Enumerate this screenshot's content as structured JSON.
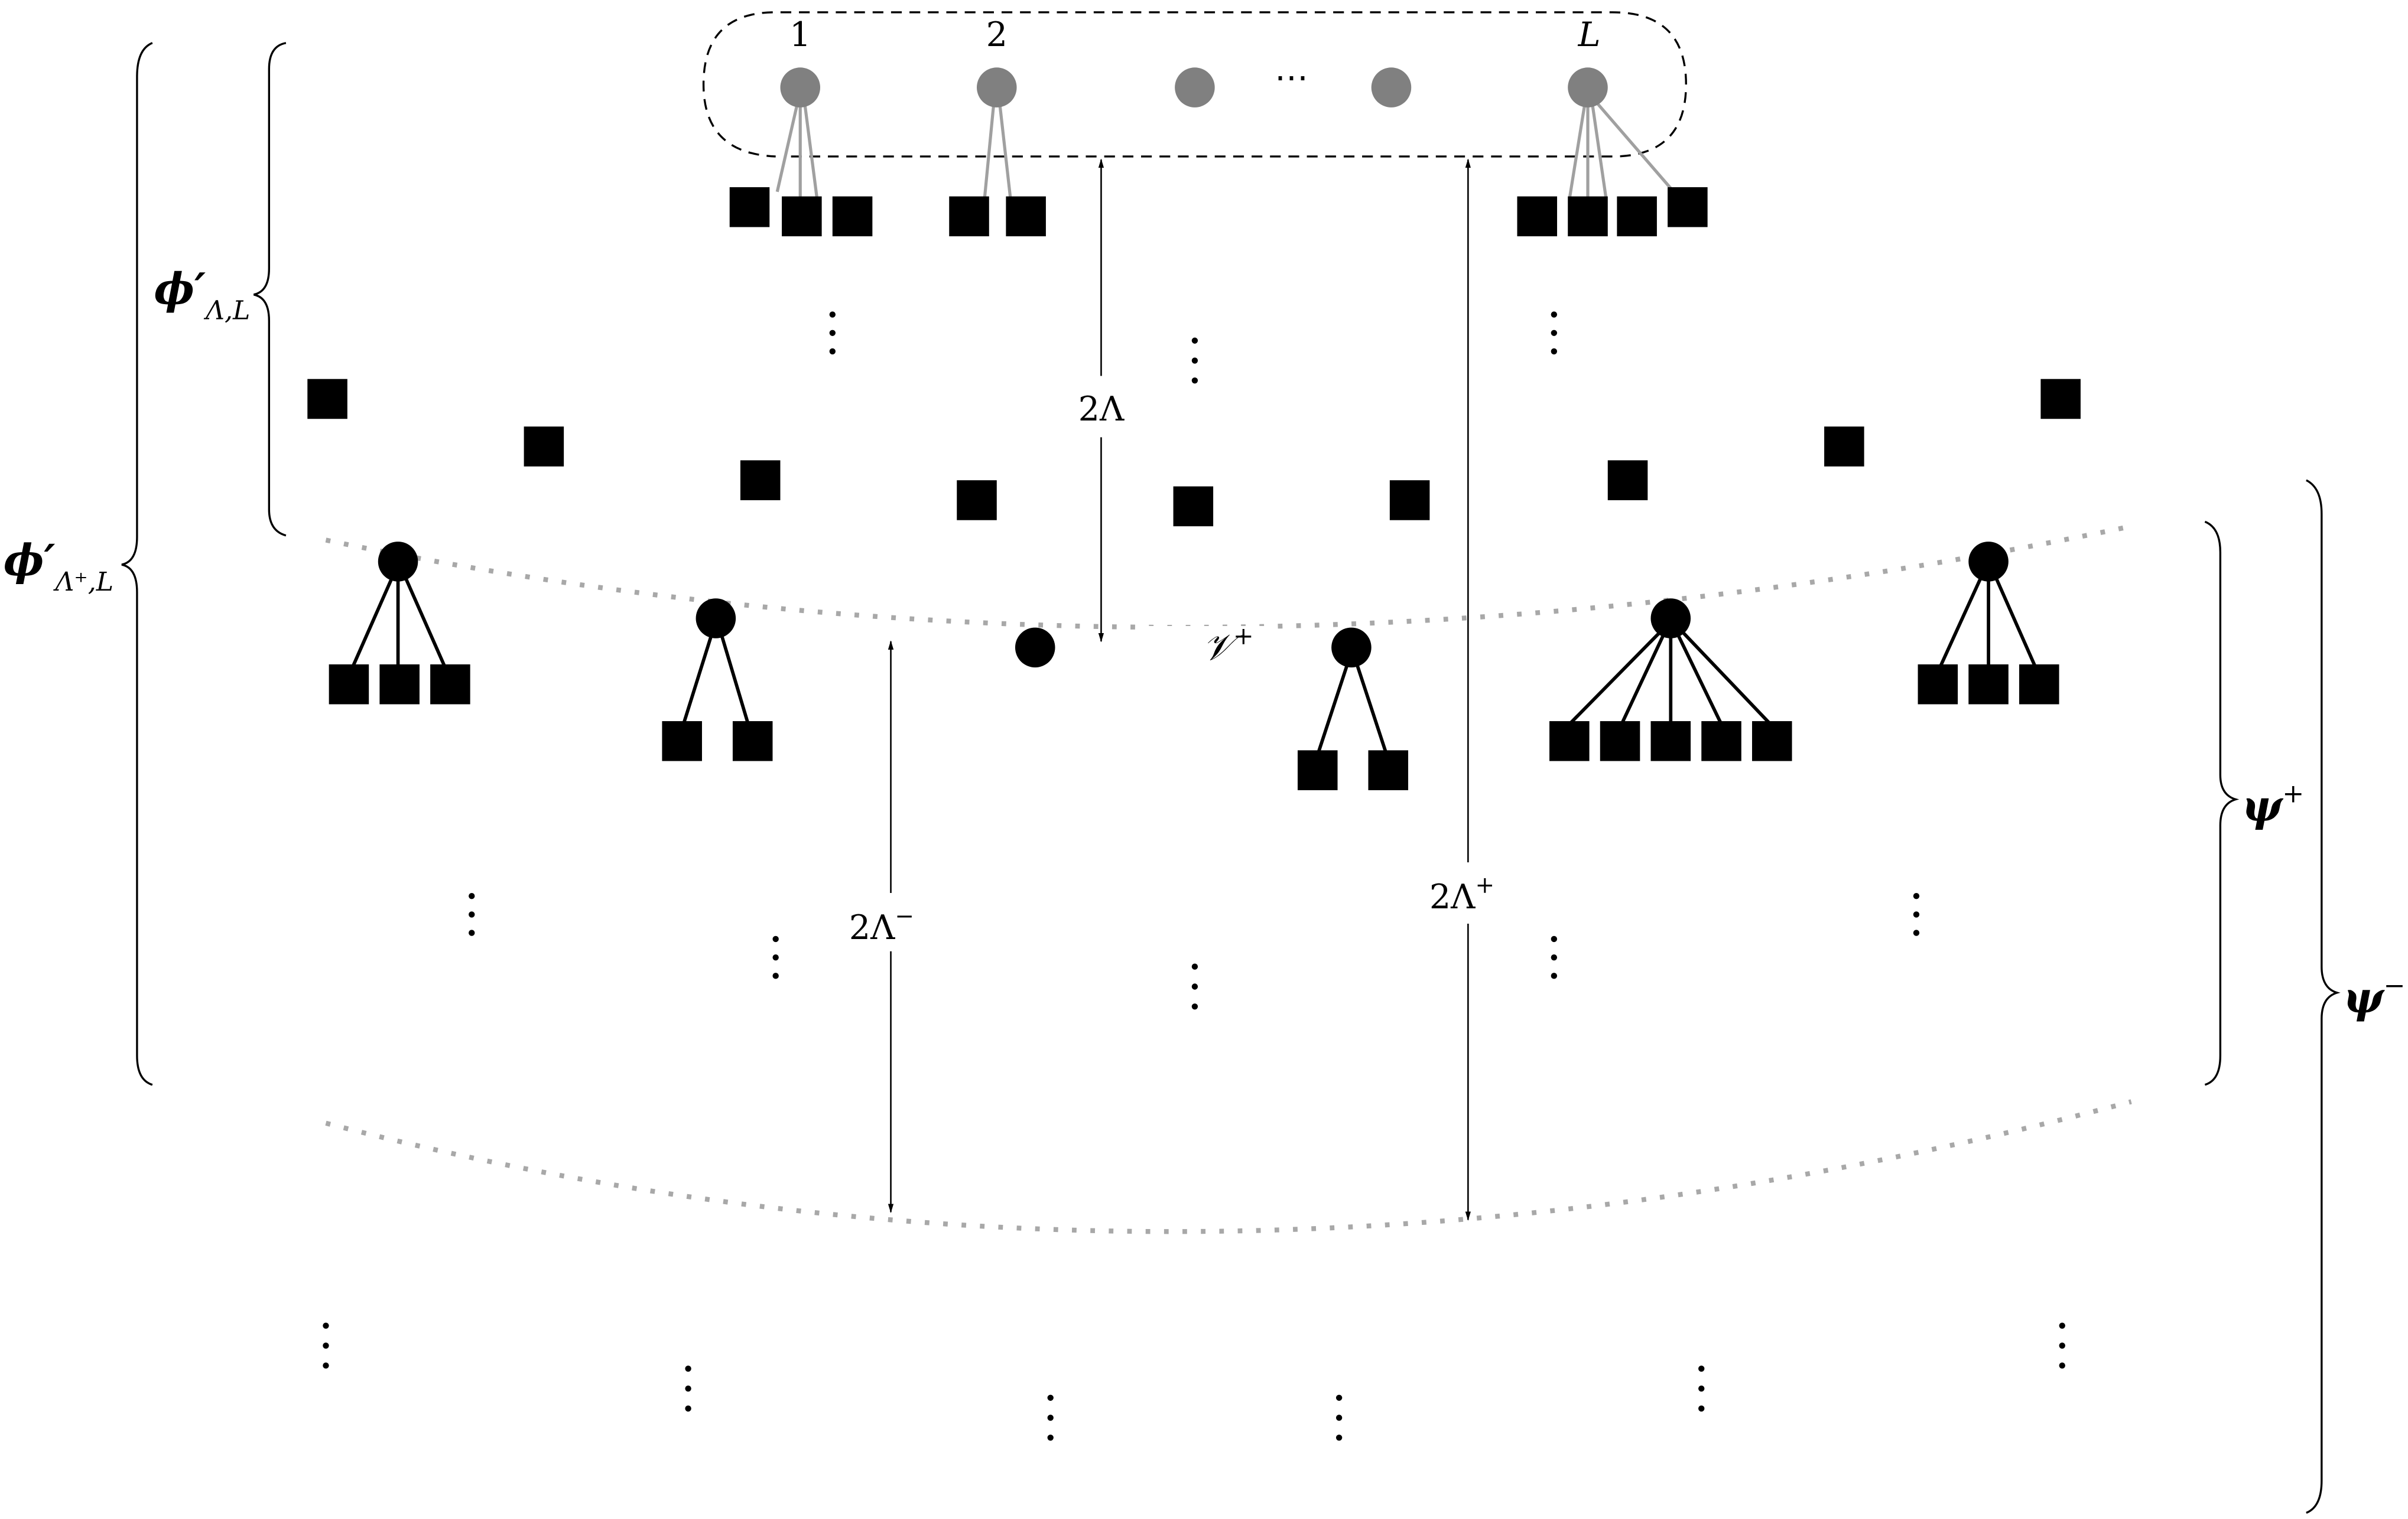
{
  "figure": {
    "top_group": {
      "labels": [
        "1",
        "2",
        "L"
      ],
      "ellipsis": "⋯",
      "node_color": "#808080",
      "edge_color": "#a0a0a0",
      "node_count_shown": 5,
      "factor_counts": [
        3,
        2,
        0,
        0,
        4
      ]
    },
    "labels": {
      "two_lambda": "2Λ",
      "two_lambda_minus_base": "2Λ",
      "two_lambda_minus_sup": "−",
      "two_lambda_plus_base": "2Λ",
      "two_lambda_plus_sup": "+",
      "v_plus_base": "𝒱",
      "v_plus_sup": "+",
      "phi_lambda_L_base": "ϕ′",
      "phi_lambda_L_sub": "Λ,L",
      "phi_lambda_plus_L_base": "ϕ′",
      "phi_lambda_plus_L_sub": "Λ⁺,L",
      "psi_plus_base": "ψ",
      "psi_plus_sup": "+",
      "psi_minus_base": "ψ",
      "psi_minus_sup": "−"
    },
    "v_plus_layer": {
      "node_color": "#000000",
      "curve_color": "#a8a8a8",
      "factor_counts": [
        3,
        2,
        0,
        2,
        5,
        3
      ]
    },
    "colors": {
      "factor": "#000000",
      "dotted_curve": "#a8a8a8",
      "arrow": "#000000",
      "background": "#ffffff"
    }
  }
}
